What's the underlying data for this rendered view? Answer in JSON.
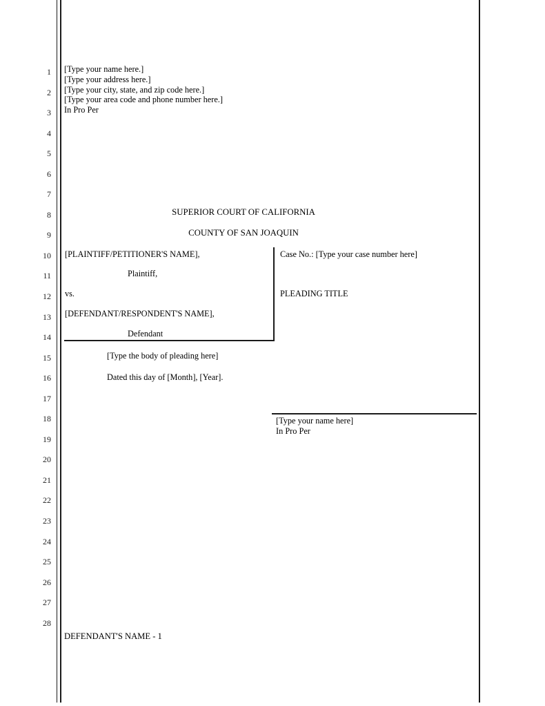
{
  "document": {
    "type": "pleading-paper",
    "line_number_start": 1,
    "line_number_end": 28,
    "line_numbers": [
      1,
      2,
      3,
      4,
      5,
      6,
      7,
      8,
      9,
      10,
      11,
      12,
      13,
      14,
      15,
      16,
      17,
      18,
      19,
      20,
      21,
      22,
      23,
      24,
      25,
      26,
      27,
      28
    ]
  },
  "attorney_block": {
    "text": "[Type your name here.]\n[Type your address here.]\n[Type your city, state, and zip code here.]\n[Type your area code and phone number here.]\nIn Pro Per"
  },
  "court_heading": {
    "line1": "SUPERIOR COURT OF CALIFORNIA",
    "line2": "COUNTY OF SAN JOAQUIN"
  },
  "caption": {
    "plaintiff_name": "[PLAINTIFF/PETITIONER'S NAME],",
    "plaintiff_label": "Plaintiff,",
    "versus": "vs.",
    "defendant_name": "[DEFENDANT/RESPONDENT'S NAME],",
    "defendant_label": "Defendant",
    "case_number": "Case No.: [Type your case number here]",
    "pleading_title": "PLEADING TITLE"
  },
  "body": {
    "line1": "[Type the body of pleading here]",
    "line2": "Dated this day of [Month], [Year]."
  },
  "signature": {
    "text": "[Type your name here]\nIn Pro Per"
  },
  "footer": {
    "text": "DEFENDANT'S NAME - 1"
  },
  "colors": {
    "rule": "#1a1a1a",
    "text": "#000000",
    "page": "#ffffff"
  }
}
